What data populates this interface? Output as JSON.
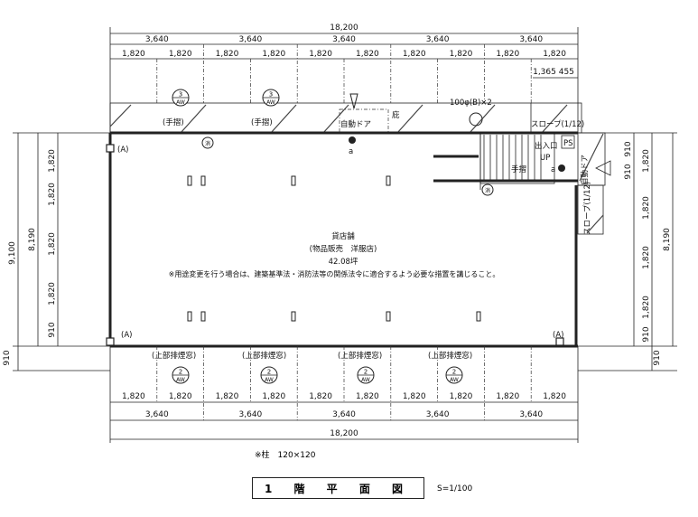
{
  "drawing": {
    "title": "1 階 平 面 図",
    "scale": "S=1/100",
    "column_note": "※柱　120×120",
    "room": {
      "name": "貸店舗",
      "use": "(物品販売　洋服店)",
      "area": "42.08坪",
      "notice": "※用途変更を行う場合は、建築基準法・消防法等の関係法令に適合するよう必要な措置を講じること。"
    },
    "top_dims": {
      "total": "18,200",
      "spans": [
        "3,640",
        "3,640",
        "3,640",
        "3,640",
        "3,640"
      ],
      "subspans": [
        "1,820",
        "1,820",
        "1,820",
        "1,820",
        "1,820",
        "1,820",
        "1,820",
        "1,820",
        "1,820",
        "1,820"
      ],
      "extra": "1,365 455"
    },
    "bottom_dims": {
      "total": "18,200",
      "spans": [
        "3,640",
        "3,640",
        "3,640",
        "3,640",
        "3,640"
      ],
      "subspans": [
        "1,820",
        "1,820",
        "1,820",
        "1,820",
        "1,820",
        "1,820",
        "1,820",
        "1,820",
        "1,820",
        "1,820"
      ]
    },
    "left_dims": {
      "total": "9,100",
      "inner": "8,190",
      "segments": [
        "1,820",
        "1,820",
        "1,820",
        "1,820",
        "910"
      ],
      "bottom": "910"
    },
    "right_dims": {
      "total": "8,190",
      "segments_a": [
        "910",
        "910"
      ],
      "segments_b": [
        "1,820",
        "1,820",
        "1,820",
        "1,820",
        "910"
      ],
      "bottom": "910"
    },
    "labels": {
      "handrail": "(手摺)",
      "auto_door": "自動ドア",
      "eaves": "庇",
      "pipe": "100φ(B)×2",
      "slope_top": "スロープ(1/12)",
      "slope_side": "スロープ(1/12)",
      "ps": "PS",
      "entrance": "出入口",
      "up": "UP",
      "stair_handrail": "手摺",
      "a": "a",
      "auto_door_side": "自動ドア",
      "smoke_window": "(上部排煙窓)",
      "axis_a": "(A)",
      "extinguisher": "消"
    },
    "sections": {
      "top": {
        "num": "3",
        "code": "AW"
      },
      "bottom": {
        "num": "2",
        "code": "AW"
      }
    }
  }
}
